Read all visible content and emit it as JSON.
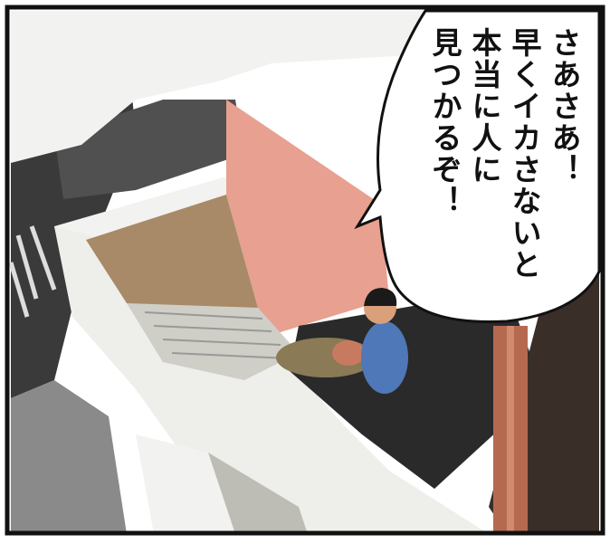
{
  "speech_balloon": {
    "lines": [
      "さあさあ！",
      "早くイカさないと",
      "本当に人に",
      "見つかるぞ！"
    ]
  },
  "colors": {
    "ink": "#111111",
    "wall": "#f2f2f0",
    "inner_wall": "#a88a68",
    "pink_wall": "#e8a090",
    "floor": "#2a2a2a",
    "shirt": "#4f78b8",
    "pillar": "#b56a50"
  },
  "icons": [
    "speech-balloon",
    "man-figure",
    "lying-person"
  ]
}
